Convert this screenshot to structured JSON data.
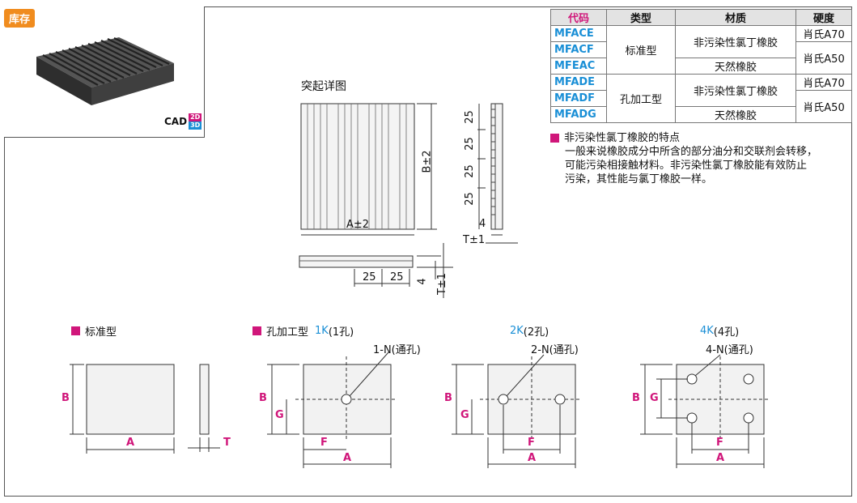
{
  "badge": {
    "stock": "库存",
    "cad": "CAD",
    "cad_2d": "2D",
    "cad_3d": "3D"
  },
  "table": {
    "headers": [
      "代码",
      "类型",
      "材质",
      "硬度"
    ],
    "codes": [
      "MFACE",
      "MFACF",
      "MFEAC",
      "MFADE",
      "MFADF",
      "MFADG"
    ],
    "type_standard": "标准型",
    "type_hole": "孔加工型",
    "mat_nonstain": "非污染性氯丁橡胶",
    "mat_natural": "天然橡胶",
    "hard_a70": "肖氏A70",
    "hard_a50": "肖氏A50"
  },
  "features": {
    "title": "非污染性氯丁橡胶的特点",
    "lines": [
      "一般来说橡胶成分中所含的部分油分和交联剂会转移，",
      "可能污染相接触材料。非污染性氯丁橡胶能有效防止",
      "污染，其性能与氯丁橡胶一样。"
    ]
  },
  "detail": {
    "title": "突起详图",
    "a_label": "A±2",
    "b_label": "B±2",
    "pitch": "25",
    "height": "4",
    "t_label": "T±1"
  },
  "sections": {
    "standard": "标准型",
    "hole": "孔加工型",
    "k1": "1K",
    "k1_note": "(1孔)",
    "k2": "2K",
    "k2_note": "(2孔)",
    "k4": "4K",
    "k4_note": "(4孔)",
    "n1": "1-N(通孔)",
    "n2": "2-N(通孔)",
    "n4": "4-N(通孔)"
  },
  "dims": {
    "a": "A",
    "b": "B",
    "t": "T",
    "f": "F",
    "g": "G"
  },
  "colors": {
    "accent": "#d0167a",
    "code_blue": "#1a8fd6",
    "badge_orange": "#f08c1e",
    "rubber": "#3a3a3a"
  }
}
